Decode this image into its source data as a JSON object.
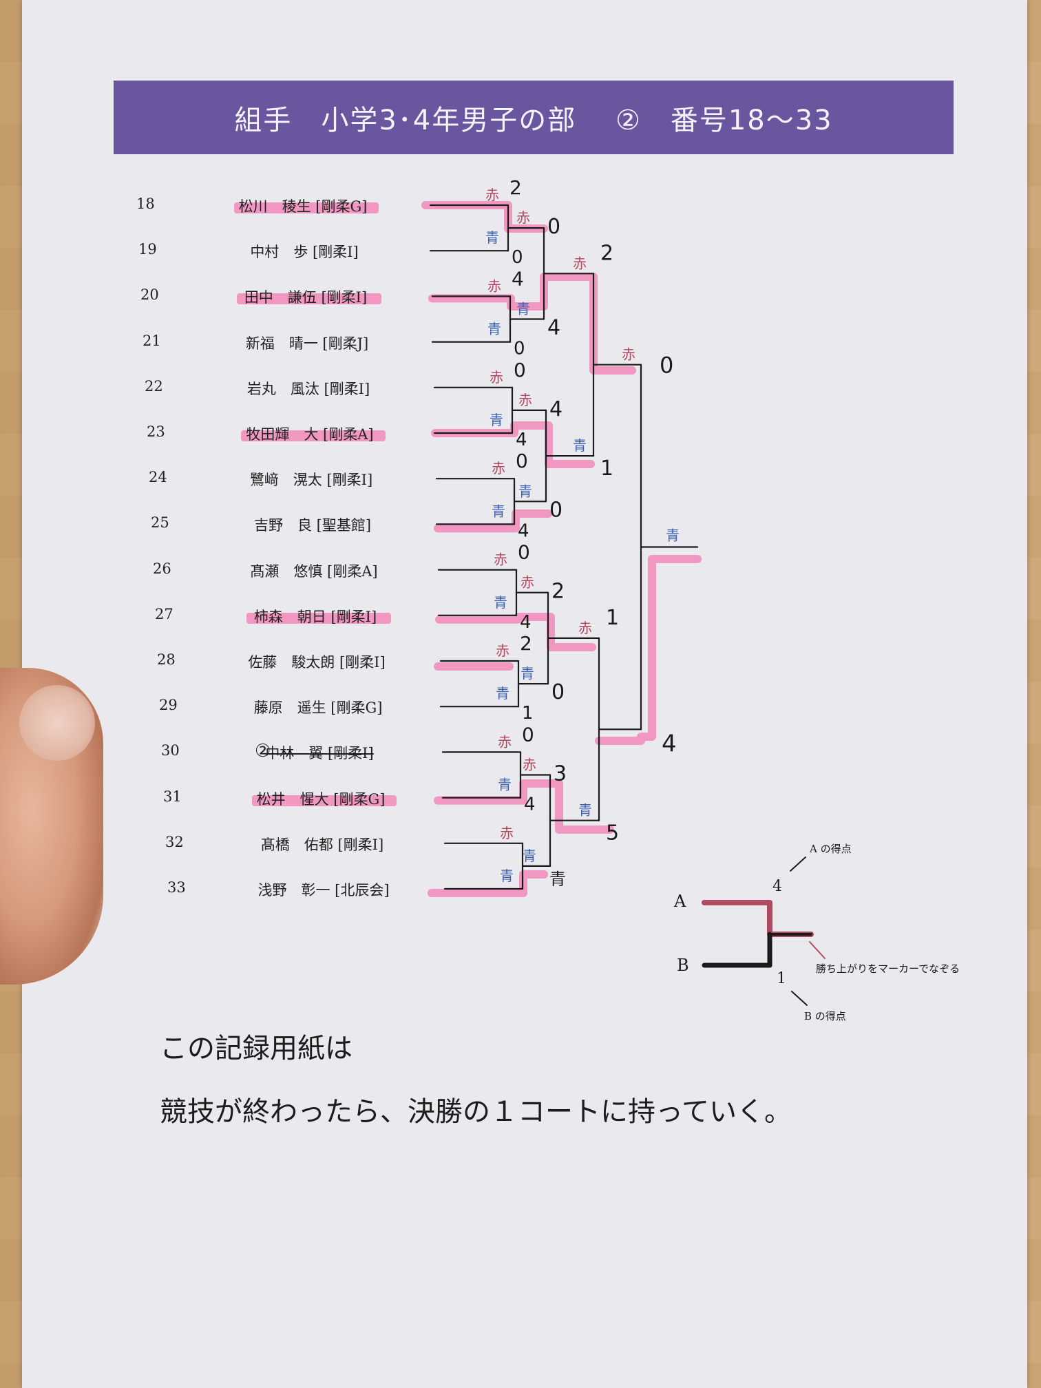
{
  "title": "組手　小学3･4年男子の部　 ②　番号18～33",
  "entrants": [
    {
      "num": "18",
      "name": "松川　稜生 [剛柔G]",
      "highlighted": true
    },
    {
      "num": "19",
      "name": "中村　歩 [剛柔I]",
      "highlighted": false
    },
    {
      "num": "20",
      "name": "田中　謙伍 [剛柔I]",
      "highlighted": true
    },
    {
      "num": "21",
      "name": "新福　晴一 [剛柔J]",
      "highlighted": false
    },
    {
      "num": "22",
      "name": "岩丸　風汰 [剛柔I]",
      "highlighted": false
    },
    {
      "num": "23",
      "name": "牧田輝　大 [剛柔A]",
      "highlighted": true
    },
    {
      "num": "24",
      "name": "鷺﨑　滉太 [剛柔I]",
      "highlighted": false
    },
    {
      "num": "25",
      "name": "吉野　良 [聖基館]",
      "highlighted": false
    },
    {
      "num": "26",
      "name": "髙瀬　悠慎 [剛柔A]",
      "highlighted": false
    },
    {
      "num": "27",
      "name": "柿森　朝日 [剛柔I]",
      "highlighted": true
    },
    {
      "num": "28",
      "name": "佐藤　駿太朗 [剛柔I]",
      "highlighted": false
    },
    {
      "num": "29",
      "name": "藤原　遥生 [剛柔G]",
      "highlighted": false
    },
    {
      "num": "30",
      "name": "中林　翼 [剛柔I]",
      "highlighted": false,
      "struck": true
    },
    {
      "num": "31",
      "name": "松井　惺大 [剛柔G]",
      "highlighted": true
    },
    {
      "num": "32",
      "name": "髙橋　佑都 [剛柔I]",
      "highlighted": false
    },
    {
      "num": "33",
      "name": "浅野　彰一 [北辰会]",
      "highlighted": false
    }
  ],
  "struck_mark": "②",
  "labels": {
    "red": "赤",
    "blue": "青"
  },
  "round1_scores": [
    "2",
    "0",
    "4",
    "0",
    "0",
    "4",
    "0",
    "4",
    "0",
    "4",
    "2",
    "1",
    "0",
    "4",
    "",
    ""
  ],
  "round2_scores": [
    "0",
    "4",
    "4",
    "0",
    "2",
    "0",
    "3",
    ""
  ],
  "round2_last_blue": "青",
  "round3_scores": [
    "2",
    "1",
    "1",
    "5"
  ],
  "semifinal_scores": [
    "0",
    "4"
  ],
  "legend": {
    "a_label": "A",
    "b_label": "B",
    "a_score": "4",
    "b_score": "1",
    "a_note": "A の得点",
    "b_note": "B の得点",
    "marker_note": "勝ち上がりをマーカーでなぞる"
  },
  "footer": {
    "line1": "この記録用紙は",
    "line2": "競技が終わったら、決勝の１コートに持っていく。"
  },
  "colors": {
    "title_bg": "#6a569e",
    "highlighter": "#f27bb3",
    "red_label": "#b3475e",
    "blue_label": "#3e63b0",
    "legend_line": "#b24a5f"
  }
}
